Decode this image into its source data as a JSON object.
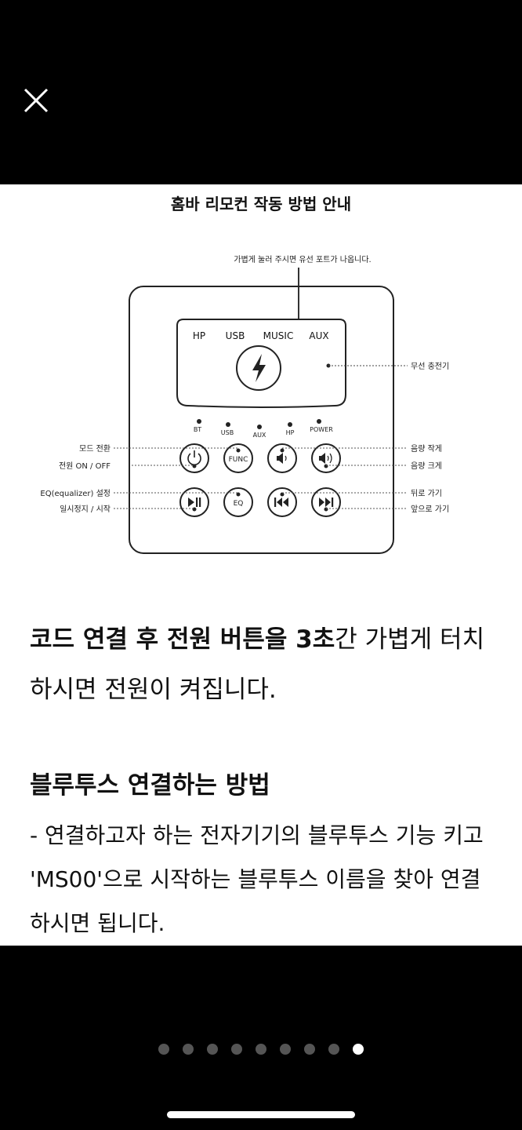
{
  "viewer": {
    "close_icon": "close-icon",
    "pagination": {
      "total": 9,
      "active_index": 8
    }
  },
  "diagram": {
    "title": "홈바 리모컨 작동 방법 안내",
    "top_callout": "가볍게 눌러 주시면 유선 포트가 나옵니다.",
    "display_labels": [
      "HP",
      "USB",
      "MUSIC",
      "AUX"
    ],
    "wireless_charger_label": "무선 충전기",
    "indicator_labels": [
      "BT",
      "USB",
      "AUX",
      "HP",
      "POWER"
    ],
    "func_label": "FUNC",
    "eq_label": "EQ",
    "left_callouts": [
      "모드 전환",
      "전원 ON / OFF",
      "EQ(equalizer) 설정",
      "일시정지 / 시작"
    ],
    "right_callouts": [
      "음량 작게",
      "음량 크게",
      "뒤로 가기",
      "앞으로 가기"
    ]
  },
  "text": {
    "para1_bold": "코드 연결 후 전원 버튼을 3초",
    "para1_rest": "간 가볍게 터치하시면 전원이 켜집니다.",
    "heading2": "블루투스 연결하는 방법",
    "para2": "- 연결하고자 하는 전자기기의 블루투스 기능 키고  'MS00'으로 시작하는 블루투스 이름을 찾아 연결하시면 됩니다."
  }
}
